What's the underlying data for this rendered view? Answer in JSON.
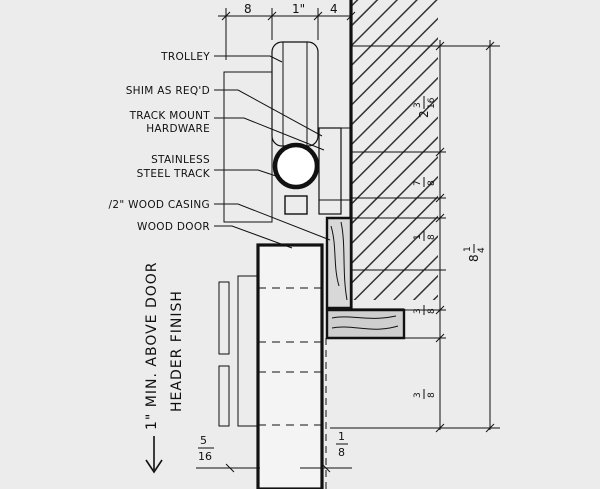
{
  "labels": {
    "trolley": "TROLLEY",
    "shim": "SHIM AS REQ'D",
    "track_mount_1": "TRACK MOUNT",
    "track_mount_2": "HARDWARE",
    "stainless_1": "STAINLESS",
    "stainless_2": "STEEL TRACK",
    "casing": "/2\" WOOD CASING",
    "door": "WOOD DOOR",
    "above_door": "1\" MIN. ABOVE DOOR",
    "header_finish": "HEADER FINISH"
  },
  "dimensions": {
    "top_left": "8",
    "top_mid": "1\"",
    "top_right": "4",
    "d1_num": "3",
    "d1_den": "16",
    "d1_whole": "2",
    "d2_num": "7",
    "d2_den": "8",
    "d3_num": "1",
    "d3_den": "8",
    "d4_num": "3",
    "d4_den": "8",
    "d5_num": "3",
    "d5_den": "8",
    "d6_whole": "8",
    "d6_num": "1",
    "d6_den": "4",
    "d7_num": "5",
    "d7_den": "16",
    "d8_num": "1",
    "d8_den": "8"
  }
}
